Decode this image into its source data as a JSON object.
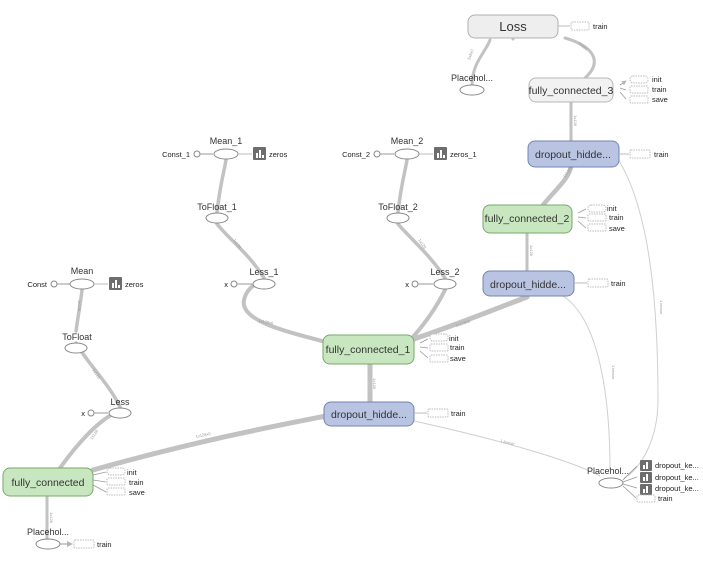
{
  "nodes": {
    "loss": "Loss",
    "placeholder_top": "Placehol...",
    "fc3": "fully_connected_3",
    "dropout_top": "dropout_hidde...",
    "fc2": "fully_connected_2",
    "dropout_mid": "dropout_hidde...",
    "fc1": "fully_connected_1",
    "dropout_low": "dropout_hidde...",
    "fc0": "fully_connected",
    "placeholder_bottom": "Placehol...",
    "placeholder_right": "Placehol...",
    "mean": "Mean",
    "mean1": "Mean_1",
    "mean2": "Mean_2",
    "const": "Const",
    "const1": "Const_1",
    "const2": "Const_2",
    "tofloat": "ToFloat",
    "tofloat1": "ToFloat_1",
    "tofloat2": "ToFloat_2",
    "less": "Less",
    "less1": "Less_1",
    "less2": "Less_2",
    "x": "x"
  },
  "aux": {
    "train": "train",
    "init": "init",
    "save": "save",
    "zeros": "zeros",
    "zeros1": "zeros_1",
    "dropout_ke": "dropout_ke..."
  },
  "colors": {
    "fc_fill": "#c8e6c0",
    "fc_stroke": "#76a96a",
    "dropout_fill": "#b8c4e2",
    "dropout_stroke": "#7384b0",
    "loss_fill": "#eeeeee",
    "loss_stroke": "#b0b0b0",
    "edge": "#c2c2c2"
  },
  "icons": [
    "summary-icon",
    "dashed-aux-node",
    "ellipse-op-node",
    "circle-const-node"
  ]
}
